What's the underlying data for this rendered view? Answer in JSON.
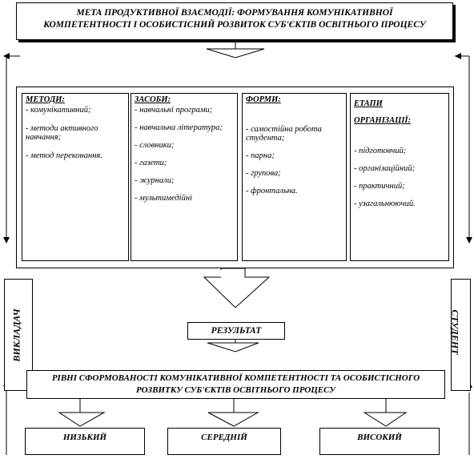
{
  "goal": {
    "line1": "МЕТА ПРОДУКТИВНОЇ ВЗАЄМОДІЇ: ФОРМУВАННЯ КОМУНІКАТИВНОЇ",
    "line2": "КОМПЕТЕНТНОСТІ І ОСОБИСТІСНИЙ РОЗВИТОК СУБ'ЄКТІВ ОСВІТНЬОГО ПРОЦЕСУ"
  },
  "columns": [
    {
      "header": "МЕТОДИ:",
      "items": [
        "- комунікативний;",
        "- методи активного навчання;",
        "- метод переконання."
      ]
    },
    {
      "header": "ЗАСОБИ:",
      "items": [
        "- навчальні програми;",
        "- навчальна література;",
        "- словники;",
        "- газети;",
        "- журнали;",
        "- мультимедійні"
      ]
    },
    {
      "header": "ФОРМИ:",
      "items": [
        "- самостійна робота студента;",
        "- парна;",
        "- групова;",
        "- фронтальна."
      ]
    },
    {
      "header": "ЕТАПИ ОРГАНІЗАЦІЇ:",
      "items": [
        "- підготовчий;",
        "- організаційний;",
        "- практичний;",
        "- узагальнюючий."
      ]
    }
  ],
  "left_label": "ВИКЛАДАЧ",
  "right_label": "СТУДЕНТ",
  "result": "РЕЗУЛЬТАТ",
  "levels_box": {
    "line1": "РІВНІ СФОРМОВАНОСТІ КОМУНІКАТИВНОЇ КОМПЕТЕНТНОСТІ ТА ОСОБИСТІСНОГО",
    "line2": "РОЗВИТКУ СУБ'ЄКТІВ ОСВІТНЬОГО ПРОЦЕСУ"
  },
  "levels": [
    "НИЗЬКИЙ",
    "СЕРЕДНІЙ",
    "ВИСОКИЙ"
  ]
}
